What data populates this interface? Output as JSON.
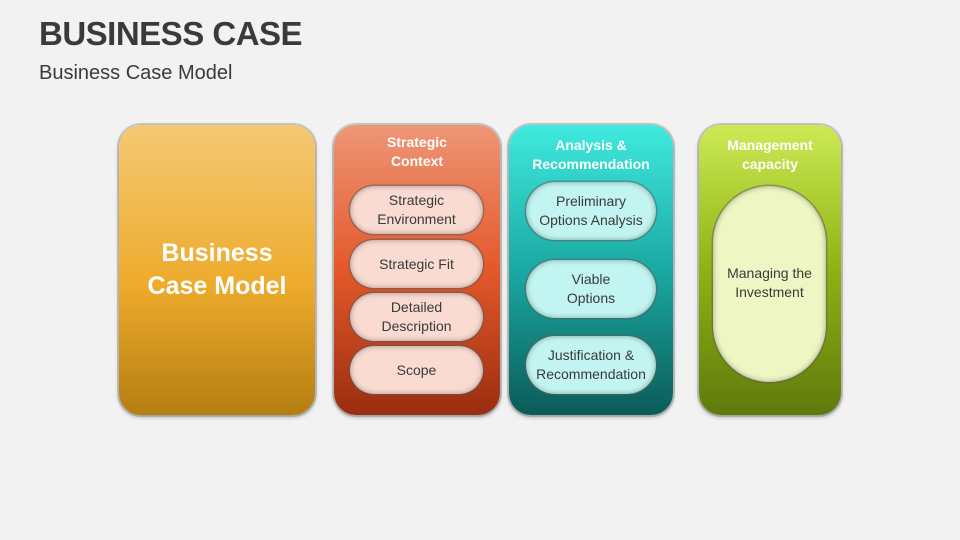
{
  "header": {
    "title": "BUSINESS CASE",
    "subtitle": "Business Case Model"
  },
  "main_block": {
    "label": "Business Case Model"
  },
  "columns": [
    {
      "heading": "Strategic Context",
      "items": [
        "Strategic Environment",
        "Strategic Fit",
        "Detailed Description",
        "Scope"
      ],
      "color": "#e4582a"
    },
    {
      "heading": "Analysis & Recommendation",
      "items": [
        "Preliminary Options Analysis",
        "Viable Options",
        "Justification & Recommendation"
      ],
      "color": "#1aa9a3"
    },
    {
      "heading": "Management capacity",
      "items": [
        "Managing the Investment"
      ],
      "color": "#8eb213"
    }
  ]
}
